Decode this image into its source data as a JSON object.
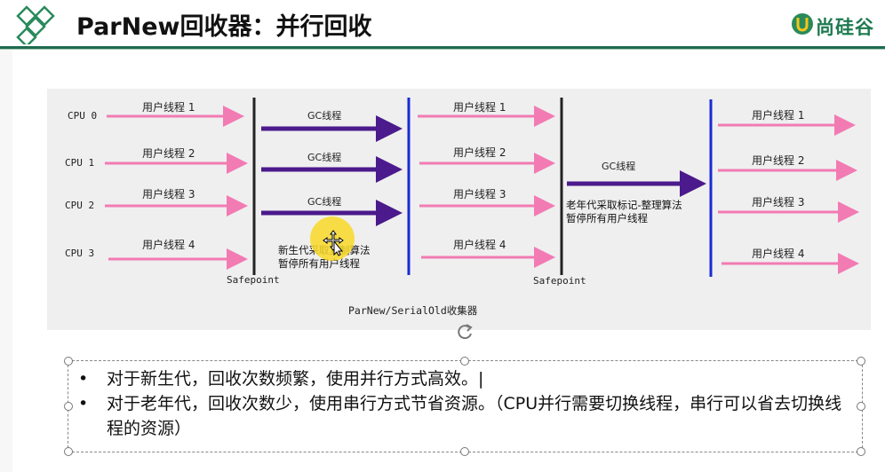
{
  "slide": {
    "title": "ParNew回收器：并行回收",
    "brand": "尚硅谷",
    "brand_color": "#1d7a4f"
  },
  "diagram": {
    "cpus": [
      "CPU 0",
      "CPU 1",
      "CPU 2",
      "CPU 3"
    ],
    "phase1_threads": [
      "用户线程 1",
      "用户线程 2",
      "用户线程 3",
      "用户线程 4"
    ],
    "gc_label_young": "GC线程",
    "young_note_line1": "新生代采取复制算法",
    "young_note_line2": "暂停所有用户线程",
    "phase2_threads": [
      "用户线程 1",
      "用户线程 2",
      "用户线程 3",
      "用户线程 4"
    ],
    "gc_label_old": "GC线程",
    "old_note_line1": "老年代采取标记-整理算法",
    "old_note_line2": "暂停所有用户线程",
    "phase3_threads": [
      "用户线程 1",
      "用户线程 2",
      "用户线程 3",
      "用户线程 4"
    ],
    "safepoint_label": "Safepoint",
    "caption": "ParNew/SerialOld收集器",
    "colors": {
      "user_arrow": "#f27bb3",
      "gc_arrow": "#4b1a8c",
      "barrier_blue": "#1a2ad6",
      "barrier_black": "#222222"
    }
  },
  "bullets": [
    "对于新生代，回收次数频繁，使用并行方式高效。|",
    "对于老年代，回收次数少，使用串行方式节省资源。（CPU并行需要切换线程，串行可以省去切换线程的资源）"
  ]
}
